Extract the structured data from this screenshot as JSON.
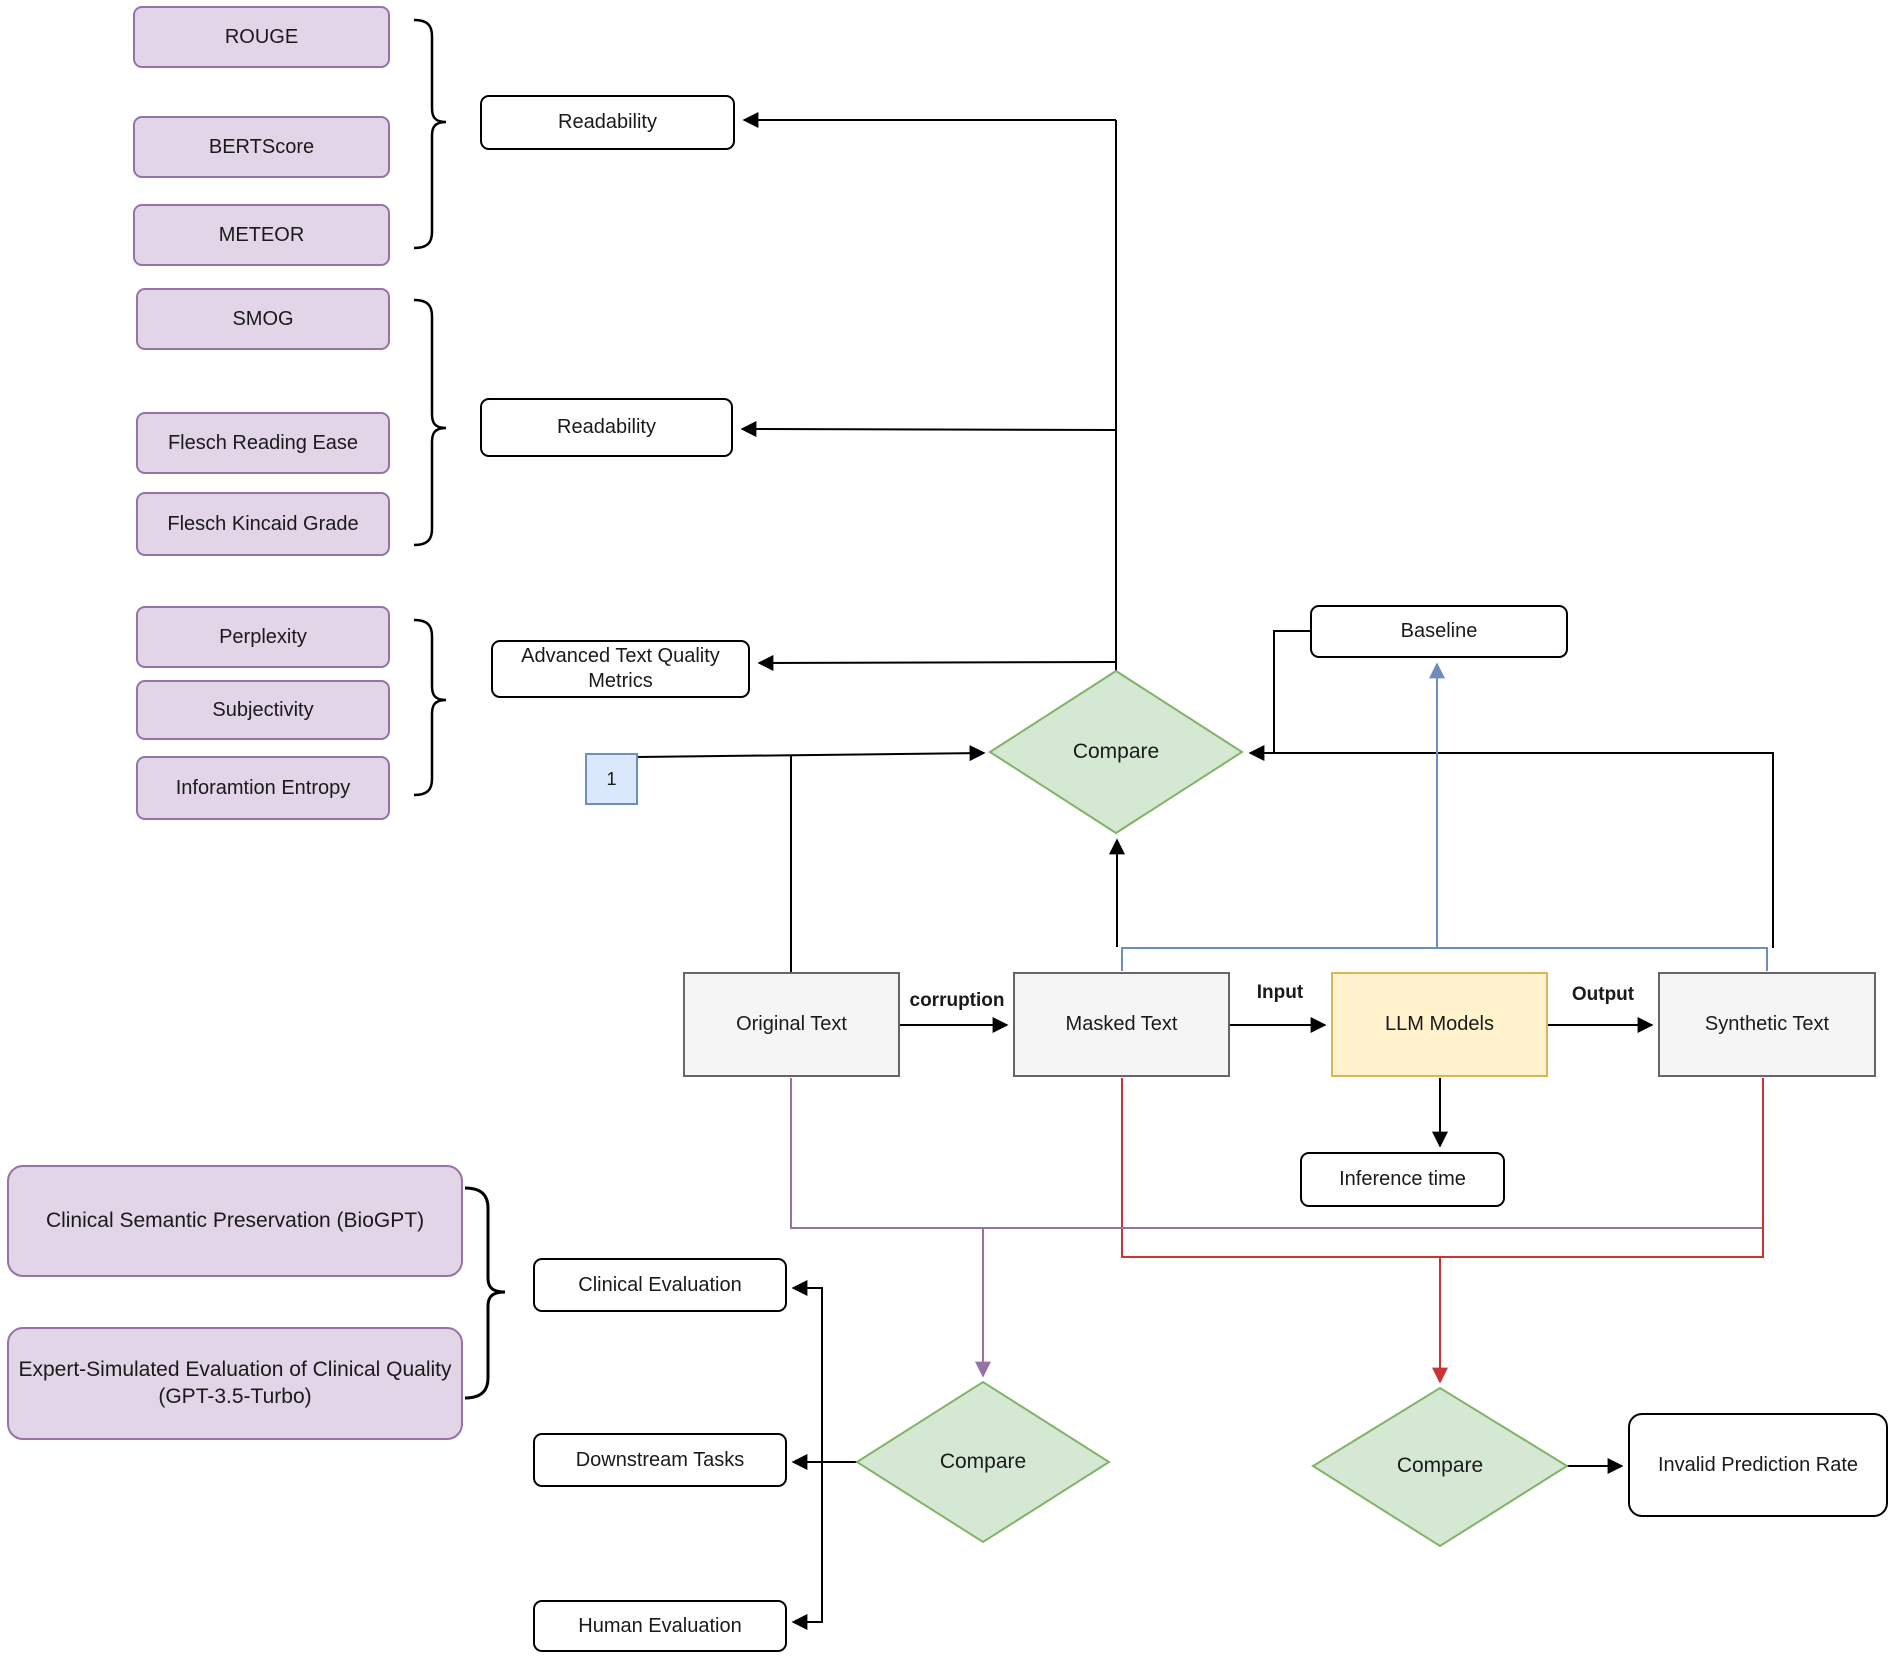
{
  "nodes": {
    "rouge": {
      "label": "ROUGE"
    },
    "bertscore": {
      "label": "BERTScore"
    },
    "meteor": {
      "label": "METEOR"
    },
    "smog": {
      "label": "SMOG"
    },
    "flesch_reading_ease": {
      "label": "Flesch Reading Ease"
    },
    "flesch_kincaid_grade": {
      "label": "Flesch Kincaid Grade"
    },
    "perplexity": {
      "label": "Perplexity"
    },
    "subjectivity": {
      "label": "Subjectivity"
    },
    "information_entropy": {
      "label": "Inforamtion Entropy"
    },
    "readability_1": {
      "label": "Readability"
    },
    "readability_2": {
      "label": "Readability"
    },
    "advanced_text_quality_metrics": {
      "label": "Advanced Text Quality Metrics"
    },
    "marker_1": {
      "label": "1"
    },
    "compare_top": {
      "label": "Compare"
    },
    "baseline": {
      "label": "Baseline"
    },
    "original_text": {
      "label": "Original Text"
    },
    "masked_text": {
      "label": "Masked Text"
    },
    "llm_models": {
      "label": "LLM Models"
    },
    "synthetic_text": {
      "label": "Synthetic Text"
    },
    "inference_time": {
      "label": "Inference time"
    },
    "clinical_semantic_preservation": {
      "label": "Clinical Semantic Preservation (BioGPT)"
    },
    "expert_simulated_evaluation": {
      "label": "Expert-Simulated Evaluation of Clinical Quality (GPT-3.5-Turbo)"
    },
    "clinical_evaluation": {
      "label": "Clinical Evaluation"
    },
    "downstream_tasks": {
      "label": "Downstream Tasks"
    },
    "human_evaluation": {
      "label": "Human Evaluation"
    },
    "compare_bottom_left": {
      "label": "Compare"
    },
    "compare_bottom_right": {
      "label": "Compare"
    },
    "invalid_prediction_rate": {
      "label": "Invalid Prediction Rate"
    }
  },
  "edge_labels": {
    "corruption": "corruption",
    "input": "Input",
    "output": "Output"
  },
  "colors": {
    "purple_fill": "#e1d5e7",
    "purple_border": "#9673a6",
    "green_fill": "#d5e8d4",
    "green_border": "#82b366",
    "yellow_fill": "#fff2cc",
    "yellow_border": "#d6b656",
    "gray_fill": "#f5f5f5",
    "gray_border": "#666666",
    "blue_fill": "#dae8fc",
    "blue_border": "#6c8ebf",
    "edge_black": "#000000",
    "edge_blue": "#6c8ebf",
    "edge_red": "#cc3333",
    "edge_purple": "#9673a6"
  }
}
